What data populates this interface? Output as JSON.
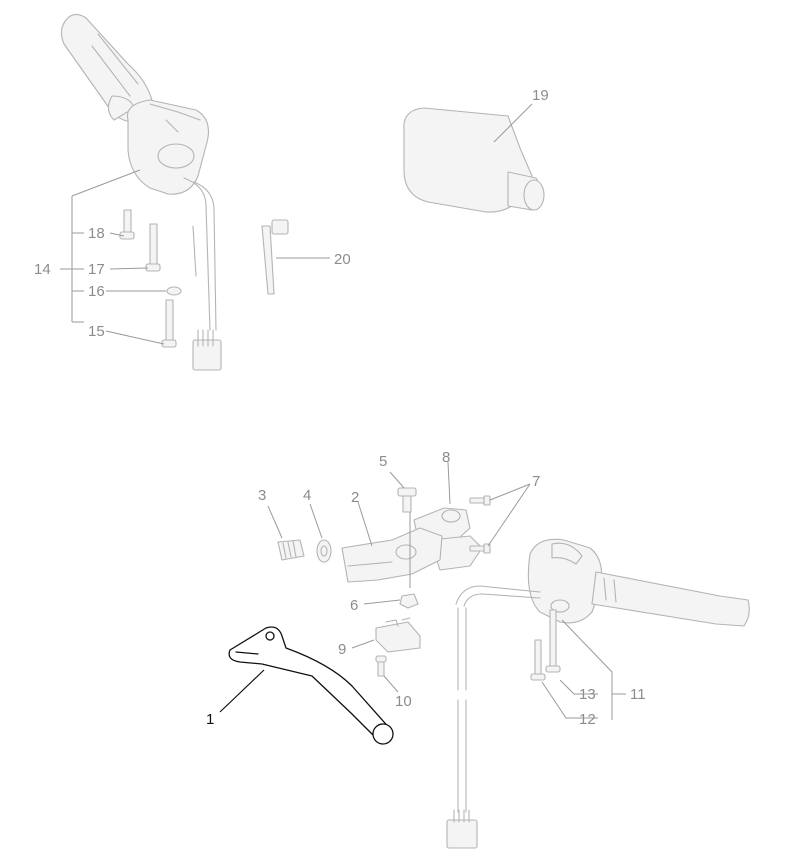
{
  "diagram": {
    "callouts": {
      "c1": "1",
      "c2": "2",
      "c3": "3",
      "c4": "4",
      "c5": "5",
      "c6": "6",
      "c7": "7",
      "c8": "8",
      "c9": "9",
      "c10": "10",
      "c11": "11",
      "c12": "12",
      "c13": "13",
      "c14": "14",
      "c15": "15",
      "c16": "16",
      "c17": "17",
      "c18": "18",
      "c19": "19",
      "c20": "20"
    },
    "highlighted_part": "1",
    "colors": {
      "highlight": "#111111",
      "ghost": "#b4b4b4",
      "label": "#8c8c8c"
    }
  }
}
